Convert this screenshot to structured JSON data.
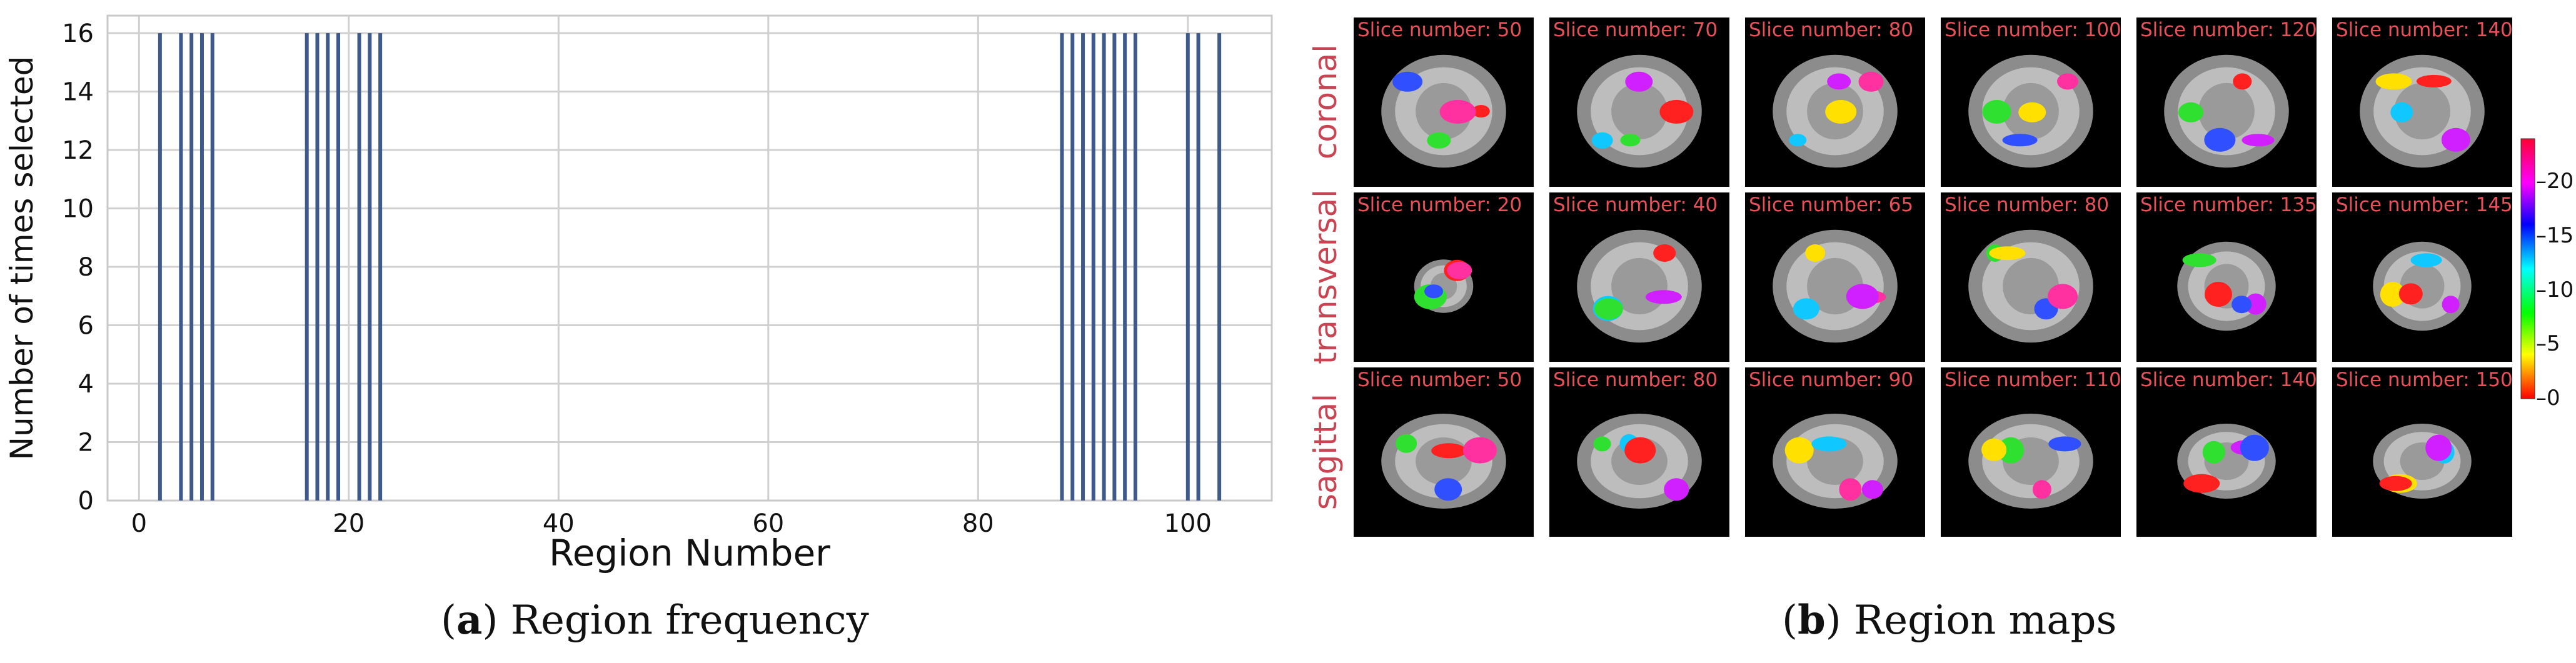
{
  "chart_data": {
    "type": "bar",
    "xlabel": "Region Number",
    "ylabel": "Number of times selected",
    "xlim": [
      -3,
      108
    ],
    "ylim": [
      0,
      16.6
    ],
    "xticks": [
      0,
      20,
      40,
      60,
      80,
      100
    ],
    "yticks": [
      0,
      2,
      4,
      6,
      8,
      10,
      12,
      14,
      16
    ],
    "grid": true,
    "bar_color": "#3d5a8a",
    "x": [
      2,
      4,
      5,
      6,
      7,
      16,
      17,
      18,
      19,
      21,
      22,
      23,
      88,
      89,
      90,
      91,
      92,
      93,
      94,
      95,
      100,
      101,
      103
    ],
    "values": [
      16,
      16,
      16,
      16,
      16,
      16,
      16,
      16,
      16,
      16,
      16,
      16,
      16,
      16,
      16,
      16,
      16,
      16,
      16,
      16,
      16,
      16,
      16
    ]
  },
  "captions": {
    "a": {
      "letter": "a",
      "text": "Region frequency"
    },
    "b": {
      "letter": "b",
      "text": "Region maps"
    }
  },
  "region_maps": {
    "rows": [
      {
        "view": "coronal",
        "slices": [
          "Slice number: 50",
          "Slice number: 70",
          "Slice number: 80",
          "Slice number: 100",
          "Slice number: 120",
          "Slice number: 140"
        ]
      },
      {
        "view": "transversal",
        "slices": [
          "Slice number: 20",
          "Slice number: 40",
          "Slice number: 65",
          "Slice number: 80",
          "Slice number: 135",
          "Slice number: 145"
        ]
      },
      {
        "view": "sagittal",
        "slices": [
          "Slice number: 50",
          "Slice number: 80",
          "Slice number: 90",
          "Slice number: 110",
          "Slice number: 140",
          "Slice number: 150"
        ]
      }
    ],
    "colorbar": {
      "ticks": [
        "0",
        "5",
        "10",
        "15",
        "20"
      ],
      "min": 0,
      "max": 24
    }
  }
}
